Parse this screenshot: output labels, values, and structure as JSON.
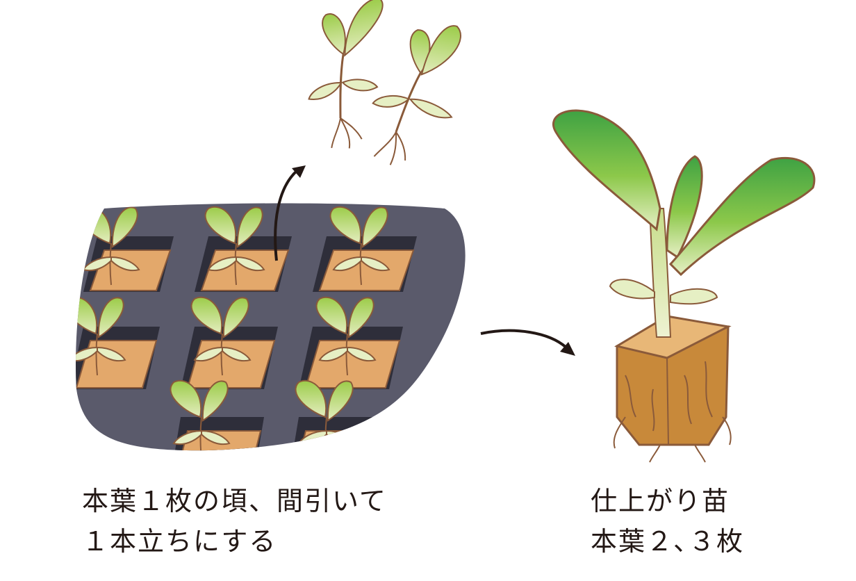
{
  "captions": {
    "left": {
      "line1": "本葉１枚の頃、間引いて",
      "line2": "１本立ちにする"
    },
    "right": {
      "line1": "仕上がり苗",
      "line2": "本葉２､３枚"
    }
  },
  "colors": {
    "tray": "#5a5a6b",
    "soil": "#e3a86b",
    "leaf_light": "#d9e7a8",
    "leaf_mid": "#9ccc4a",
    "leaf_dark": "#4aa843",
    "outline": "#8a5a3a",
    "root": "#8a5a3a",
    "plug_soil": "#c8893a",
    "arrow": "#231815"
  },
  "icons": [
    "seedling-tray",
    "thinned-seedlings",
    "finished-seedling",
    "curved-arrow"
  ]
}
